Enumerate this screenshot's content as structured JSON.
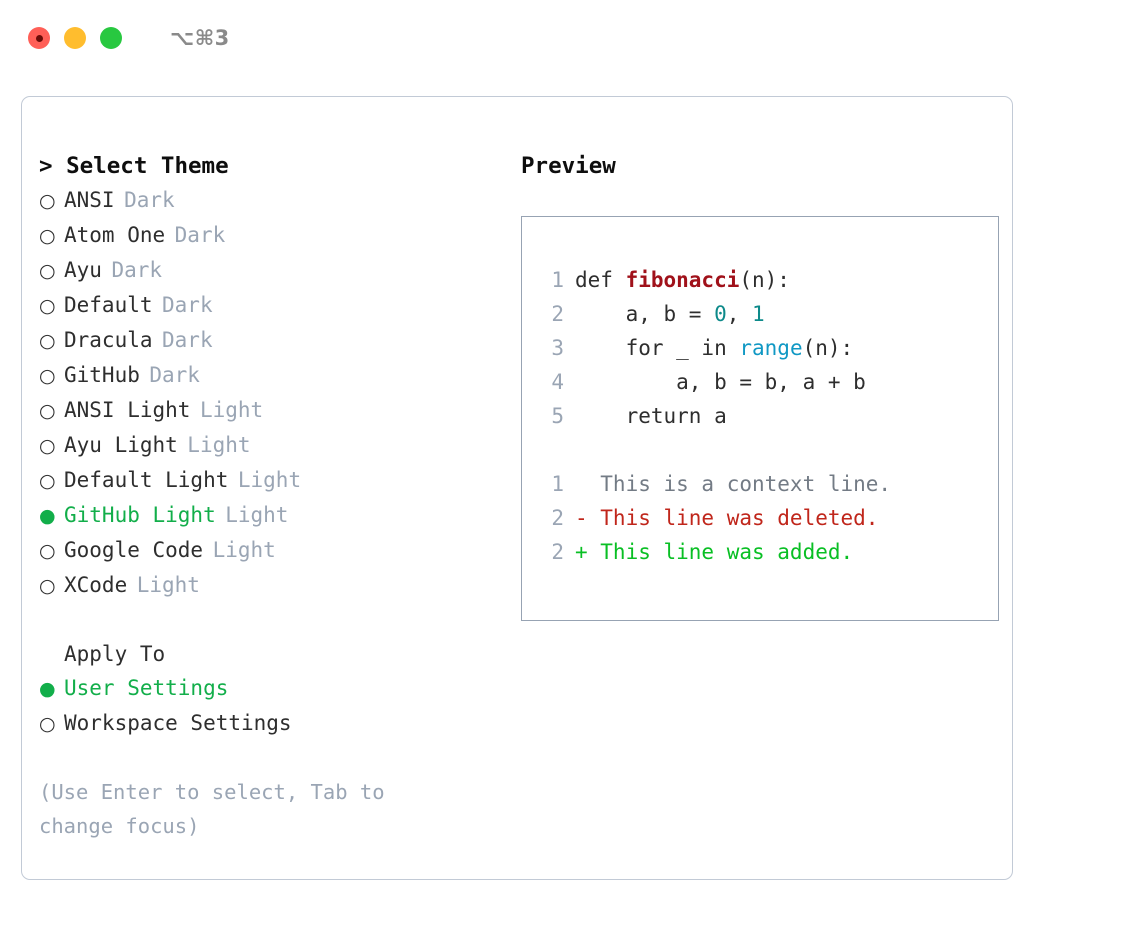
{
  "titlebar": {
    "shortcut": "⌥⌘3",
    "lights": [
      {
        "name": "close",
        "color": "#ff5f57"
      },
      {
        "name": "minimize",
        "color": "#ffbd2e"
      },
      {
        "name": "maximize",
        "color": "#28c840"
      }
    ]
  },
  "theme_panel": {
    "heading": "> Select Theme",
    "items": [
      {
        "marker": "○",
        "label": "ANSI",
        "variant": "Dark",
        "selected": false
      },
      {
        "marker": "○",
        "label": "Atom One",
        "variant": "Dark",
        "selected": false
      },
      {
        "marker": "○",
        "label": "Ayu",
        "variant": "Dark",
        "selected": false
      },
      {
        "marker": "○",
        "label": "Default",
        "variant": "Dark",
        "selected": false
      },
      {
        "marker": "○",
        "label": "Dracula",
        "variant": "Dark",
        "selected": false
      },
      {
        "marker": "○",
        "label": "GitHub",
        "variant": "Dark",
        "selected": false
      },
      {
        "marker": "○",
        "label": "ANSI Light",
        "variant": "Light",
        "selected": false
      },
      {
        "marker": "○",
        "label": "Ayu Light",
        "variant": "Light",
        "selected": false
      },
      {
        "marker": "○",
        "label": "Default Light",
        "variant": "Light",
        "selected": false
      },
      {
        "marker": "●",
        "label": "GitHub Light",
        "variant": "Light",
        "selected": true
      },
      {
        "marker": "○",
        "label": "Google Code",
        "variant": "Light",
        "selected": false
      },
      {
        "marker": "○",
        "label": "XCode",
        "variant": "Light",
        "selected": false
      }
    ]
  },
  "apply_to": {
    "label": "Apply To",
    "options": [
      {
        "marker": "●",
        "label": "User Settings",
        "selected": true
      },
      {
        "marker": "○",
        "label": "Workspace Settings",
        "selected": false
      }
    ]
  },
  "hint": "(Use Enter to select, Tab to change focus)",
  "preview": {
    "heading": "Preview",
    "code_lines": [
      {
        "no": "1",
        "tokens": [
          {
            "t": "def ",
            "c": "plain"
          },
          {
            "t": "fibonacci",
            "c": "fn"
          },
          {
            "t": "(n):",
            "c": "plain"
          }
        ]
      },
      {
        "no": "2",
        "tokens": [
          {
            "t": "    a, b = ",
            "c": "plain"
          },
          {
            "t": "0",
            "c": "num"
          },
          {
            "t": ", ",
            "c": "plain"
          },
          {
            "t": "1",
            "c": "num"
          }
        ]
      },
      {
        "no": "3",
        "tokens": [
          {
            "t": "    for _ in ",
            "c": "plain"
          },
          {
            "t": "range",
            "c": "call"
          },
          {
            "t": "(n):",
            "c": "plain"
          }
        ]
      },
      {
        "no": "4",
        "tokens": [
          {
            "t": "        a, b = b, a + b",
            "c": "plain"
          }
        ]
      },
      {
        "no": "5",
        "tokens": [
          {
            "t": "    return a",
            "c": "plain"
          }
        ]
      }
    ],
    "diff_lines": [
      {
        "no": "1",
        "tokens": [
          {
            "t": "  This is a context line.",
            "c": "ctx"
          }
        ]
      },
      {
        "no": "2",
        "tokens": [
          {
            "t": "- This line was deleted.",
            "c": "del"
          }
        ]
      },
      {
        "no": "2",
        "tokens": [
          {
            "t": "+ This line was added.",
            "c": "add"
          }
        ]
      }
    ]
  },
  "colors": {
    "accent_green": "#12ae4a",
    "muted": "#9aa5b4",
    "text": "#2e2e2e",
    "card_border": "#c2cad6",
    "preview_border": "#97a3b3",
    "fn": "#a0111a",
    "num": "#0d8a8a",
    "call": "#1098c4",
    "diff_del": "#c0261b",
    "diff_add": "#09bf24"
  }
}
